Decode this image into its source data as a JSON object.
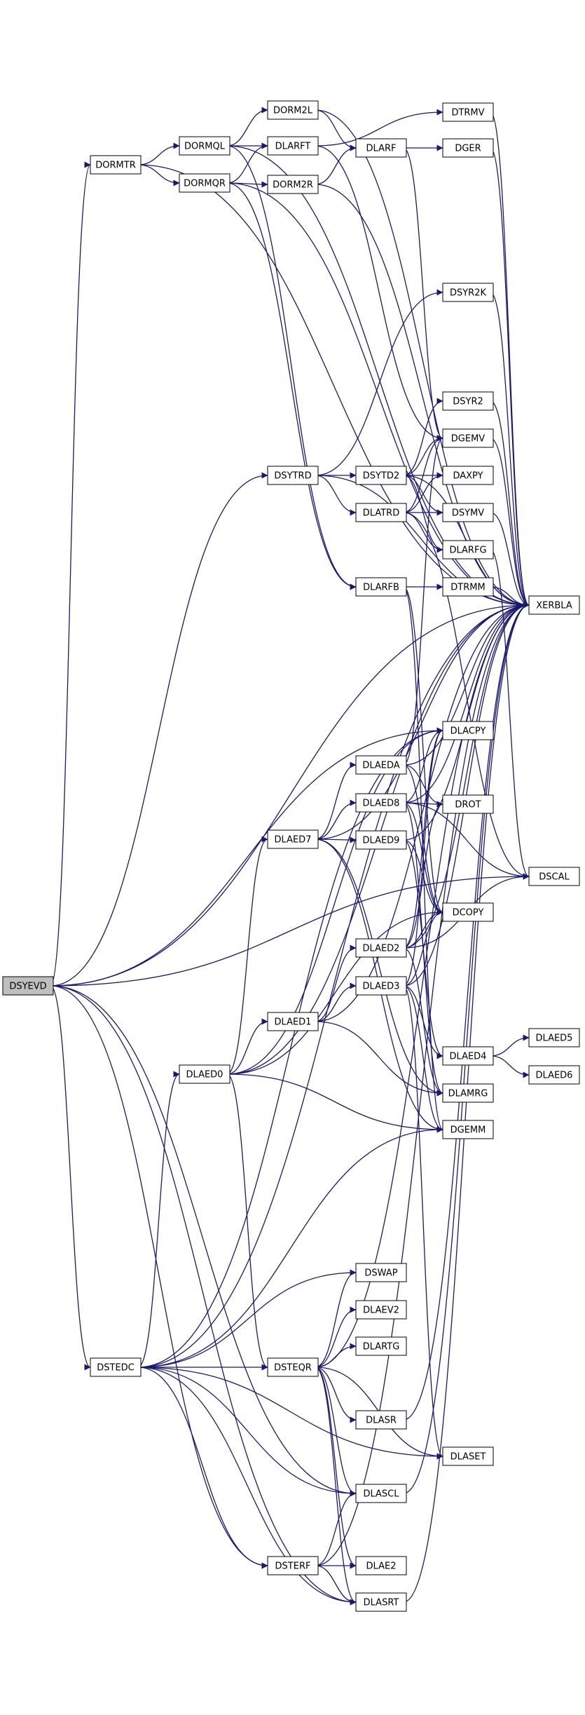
{
  "diagram": {
    "title": "",
    "colors": {
      "edge": "#191970",
      "node_fill": "#ffffff",
      "root_fill": "#bfbfbf",
      "node_stroke": "#000000"
    },
    "nodes": [
      {
        "id": "DSYEVD",
        "label": "DSYEVD",
        "root": true
      },
      {
        "id": "DORMTR",
        "label": "DORMTR"
      },
      {
        "id": "DSTEDC",
        "label": "DSTEDC"
      },
      {
        "id": "DORMQL",
        "label": "DORMQL"
      },
      {
        "id": "DORMQR",
        "label": "DORMQR"
      },
      {
        "id": "DORM2L",
        "label": "DORM2L"
      },
      {
        "id": "DLARFT",
        "label": "DLARFT"
      },
      {
        "id": "DORM2R",
        "label": "DORM2R"
      },
      {
        "id": "DLARF",
        "label": "DLARF"
      },
      {
        "id": "DTRMV",
        "label": "DTRMV"
      },
      {
        "id": "DGER",
        "label": "DGER"
      },
      {
        "id": "DSYTRD",
        "label": "DSYTRD"
      },
      {
        "id": "DSYR2K",
        "label": "DSYR2K"
      },
      {
        "id": "DSYTD2",
        "label": "DSYTD2"
      },
      {
        "id": "DLATRD",
        "label": "DLATRD"
      },
      {
        "id": "DSYR2",
        "label": "DSYR2"
      },
      {
        "id": "DGEMV",
        "label": "DGEMV"
      },
      {
        "id": "DAXPY",
        "label": "DAXPY"
      },
      {
        "id": "DSYMV",
        "label": "DSYMV"
      },
      {
        "id": "DLARFG",
        "label": "DLARFG"
      },
      {
        "id": "DLARFB",
        "label": "DLARFB"
      },
      {
        "id": "DTRMM",
        "label": "DTRMM"
      },
      {
        "id": "XERBLA",
        "label": "XERBLA"
      },
      {
        "id": "DLACPY",
        "label": "DLACPY"
      },
      {
        "id": "DLAEDA",
        "label": "DLAEDA"
      },
      {
        "id": "DLAED8",
        "label": "DLAED8"
      },
      {
        "id": "DROT",
        "label": "DROT"
      },
      {
        "id": "DLAED7",
        "label": "DLAED7"
      },
      {
        "id": "DLAED9",
        "label": "DLAED9"
      },
      {
        "id": "DSCAL",
        "label": "DSCAL"
      },
      {
        "id": "DCOPY",
        "label": "DCOPY"
      },
      {
        "id": "DLAED2",
        "label": "DLAED2"
      },
      {
        "id": "DLAED3",
        "label": "DLAED3"
      },
      {
        "id": "DLAED1",
        "label": "DLAED1"
      },
      {
        "id": "DLAED5",
        "label": "DLAED5"
      },
      {
        "id": "DLAED4",
        "label": "DLAED4"
      },
      {
        "id": "DLAED0",
        "label": "DLAED0"
      },
      {
        "id": "DLAED6",
        "label": "DLAED6"
      },
      {
        "id": "DLAMRG",
        "label": "DLAMRG"
      },
      {
        "id": "DGEMM",
        "label": "DGEMM"
      },
      {
        "id": "DSWAP",
        "label": "DSWAP"
      },
      {
        "id": "DLAEV2",
        "label": "DLAEV2"
      },
      {
        "id": "DLARTG",
        "label": "DLARTG"
      },
      {
        "id": "DSTEQR",
        "label": "DSTEQR"
      },
      {
        "id": "DLASR",
        "label": "DLASR"
      },
      {
        "id": "DLASET",
        "label": "DLASET"
      },
      {
        "id": "DLASCL",
        "label": "DLASCL"
      },
      {
        "id": "DSTERF",
        "label": "DSTERF"
      },
      {
        "id": "DLAE2",
        "label": "DLAE2"
      },
      {
        "id": "DLASRT",
        "label": "DLASRT"
      }
    ],
    "edges": [
      [
        "DSYEVD",
        "DORMTR"
      ],
      [
        "DSYEVD",
        "DSTEDC"
      ],
      [
        "DSYEVD",
        "DSYTRD"
      ],
      [
        "DSYEVD",
        "XERBLA"
      ],
      [
        "DSYEVD",
        "DLACPY"
      ],
      [
        "DSYEVD",
        "DLASCL"
      ],
      [
        "DSYEVD",
        "DSTERF"
      ],
      [
        "DSYEVD",
        "DSCAL"
      ],
      [
        "DSYEVD",
        "DLASRT"
      ],
      [
        "DORMTR",
        "DORMQL"
      ],
      [
        "DORMTR",
        "DORMQR"
      ],
      [
        "DORMTR",
        "XERBLA"
      ],
      [
        "DORMQL",
        "DORM2L"
      ],
      [
        "DORMQL",
        "DLARFT"
      ],
      [
        "DORMQL",
        "DLARFB"
      ],
      [
        "DORMQL",
        "XERBLA"
      ],
      [
        "DORMQR",
        "DORM2R"
      ],
      [
        "DORMQR",
        "DLARFT"
      ],
      [
        "DORMQR",
        "DLARFB"
      ],
      [
        "DORMQR",
        "XERBLA"
      ],
      [
        "DORM2L",
        "DLARF"
      ],
      [
        "DORM2L",
        "XERBLA"
      ],
      [
        "DORM2R",
        "DLARF"
      ],
      [
        "DORM2R",
        "XERBLA"
      ],
      [
        "DLARFT",
        "DTRMV"
      ],
      [
        "DLARFT",
        "DGEMV"
      ],
      [
        "DLARF",
        "DGER"
      ],
      [
        "DLARF",
        "DGEMV"
      ],
      [
        "DTRMV",
        "XERBLA"
      ],
      [
        "DGER",
        "XERBLA"
      ],
      [
        "DSYTRD",
        "DSYR2K"
      ],
      [
        "DSYTRD",
        "DSYTD2"
      ],
      [
        "DSYTRD",
        "DLATRD"
      ],
      [
        "DSYTRD",
        "XERBLA"
      ],
      [
        "DSYTD2",
        "DSYR2"
      ],
      [
        "DSYTD2",
        "DGEMV"
      ],
      [
        "DSYTD2",
        "DAXPY"
      ],
      [
        "DSYTD2",
        "DSYMV"
      ],
      [
        "DSYTD2",
        "DLARFG"
      ],
      [
        "DSYTD2",
        "XERBLA"
      ],
      [
        "DLATRD",
        "DGEMV"
      ],
      [
        "DLATRD",
        "DAXPY"
      ],
      [
        "DLATRD",
        "DSYMV"
      ],
      [
        "DLATRD",
        "DLARFG"
      ],
      [
        "DLATRD",
        "DSCAL"
      ],
      [
        "DSYR2K",
        "XERBLA"
      ],
      [
        "DSYR2",
        "XERBLA"
      ],
      [
        "DGEMV",
        "XERBLA"
      ],
      [
        "DSYMV",
        "XERBLA"
      ],
      [
        "DLARFG",
        "DSCAL"
      ],
      [
        "DLARFB",
        "DTRMM"
      ],
      [
        "DLARFB",
        "DGEMM"
      ],
      [
        "DLARFB",
        "DCOPY"
      ],
      [
        "DTRMM",
        "XERBLA"
      ],
      [
        "DSTEDC",
        "DLAED0"
      ],
      [
        "DSTEDC",
        "DSTEQR"
      ],
      [
        "DSTEDC",
        "DLASCL"
      ],
      [
        "DSTEDC",
        "DSTERF"
      ],
      [
        "DSTEDC",
        "DLASRT"
      ],
      [
        "DSTEDC",
        "DLACPY"
      ],
      [
        "DSTEDC",
        "DGEMM"
      ],
      [
        "DSTEDC",
        "DSWAP"
      ],
      [
        "DSTEDC",
        "DLASET"
      ],
      [
        "DSTEDC",
        "XERBLA"
      ],
      [
        "DLAED0",
        "DLAED1"
      ],
      [
        "DLAED0",
        "DLAED7"
      ],
      [
        "DLAED0",
        "DSTEQR"
      ],
      [
        "DLAED0",
        "DGEMM"
      ],
      [
        "DLAED0",
        "DLACPY"
      ],
      [
        "DLAED0",
        "DCOPY"
      ],
      [
        "DLAED0",
        "XERBLA"
      ],
      [
        "DLAED7",
        "DLAEDA"
      ],
      [
        "DLAED7",
        "DLAED8"
      ],
      [
        "DLAED7",
        "DLAED9"
      ],
      [
        "DLAED7",
        "DGEMM"
      ],
      [
        "DLAED7",
        "DLAMRG"
      ],
      [
        "DLAED7",
        "XERBLA"
      ],
      [
        "DLAEDA",
        "DGEMV"
      ],
      [
        "DLAEDA",
        "DROT"
      ],
      [
        "DLAEDA",
        "DCOPY"
      ],
      [
        "DLAEDA",
        "XERBLA"
      ],
      [
        "DLAED8",
        "DLACPY"
      ],
      [
        "DLAED8",
        "DROT"
      ],
      [
        "DLAED8",
        "DCOPY"
      ],
      [
        "DLAED8",
        "DSCAL"
      ],
      [
        "DLAED8",
        "DLAMRG"
      ],
      [
        "DLAED8",
        "XERBLA"
      ],
      [
        "DLAED9",
        "DCOPY"
      ],
      [
        "DLAED9",
        "DLAED4"
      ],
      [
        "DLAED9",
        "XERBLA"
      ],
      [
        "DLAED1",
        "DLAED2"
      ],
      [
        "DLAED1",
        "DLAED3"
      ],
      [
        "DLAED1",
        "DLAMRG"
      ],
      [
        "DLAED1",
        "XERBLA"
      ],
      [
        "DLAED2",
        "DLACPY"
      ],
      [
        "DLAED2",
        "DROT"
      ],
      [
        "DLAED2",
        "DCOPY"
      ],
      [
        "DLAED2",
        "DSCAL"
      ],
      [
        "DLAED2",
        "DLAMRG"
      ],
      [
        "DLAED2",
        "XERBLA"
      ],
      [
        "DLAED3",
        "DLACPY"
      ],
      [
        "DLAED3",
        "DCOPY"
      ],
      [
        "DLAED3",
        "DLAED4"
      ],
      [
        "DLAED3",
        "DGEMM"
      ],
      [
        "DLAED3",
        "DLASET"
      ],
      [
        "DLAED3",
        "XERBLA"
      ],
      [
        "DLAED4",
        "DLAED5"
      ],
      [
        "DLAED4",
        "DLAED6"
      ],
      [
        "DSTEQR",
        "DSWAP"
      ],
      [
        "DSTEQR",
        "DLAEV2"
      ],
      [
        "DSTEQR",
        "DLARTG"
      ],
      [
        "DSTEQR",
        "DLASR"
      ],
      [
        "DSTEQR",
        "DLASET"
      ],
      [
        "DSTEQR",
        "DLASCL"
      ],
      [
        "DSTEQR",
        "DLAE2"
      ],
      [
        "DSTEQR",
        "DLASRT"
      ],
      [
        "DSTEQR",
        "XERBLA"
      ],
      [
        "DLASR",
        "XERBLA"
      ],
      [
        "DLASCL",
        "XERBLA"
      ],
      [
        "DSTERF",
        "DLASCL"
      ],
      [
        "DSTERF",
        "DLAE2"
      ],
      [
        "DSTERF",
        "DLASRT"
      ],
      [
        "DSTERF",
        "XERBLA"
      ],
      [
        "DLASRT",
        "XERBLA"
      ]
    ]
  }
}
